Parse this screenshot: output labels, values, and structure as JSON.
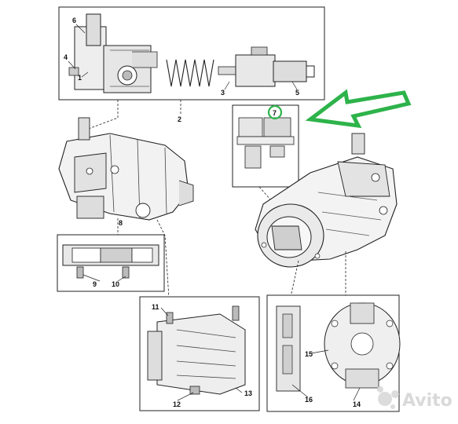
{
  "diagram": {
    "callouts": {
      "c1": "1",
      "c2": "2",
      "c3": "3",
      "c4": "4",
      "c5": "5",
      "c6": "6",
      "c7": "7",
      "c8": "8",
      "c9": "9",
      "c10": "10",
      "c11": "11",
      "c12": "12",
      "c13": "13",
      "c14": "14",
      "c15": "15",
      "c16": "16"
    },
    "arrow_color": "#2db34a",
    "highlight_circle_color": "#2db34a"
  },
  "watermark": {
    "text": "Avito"
  }
}
